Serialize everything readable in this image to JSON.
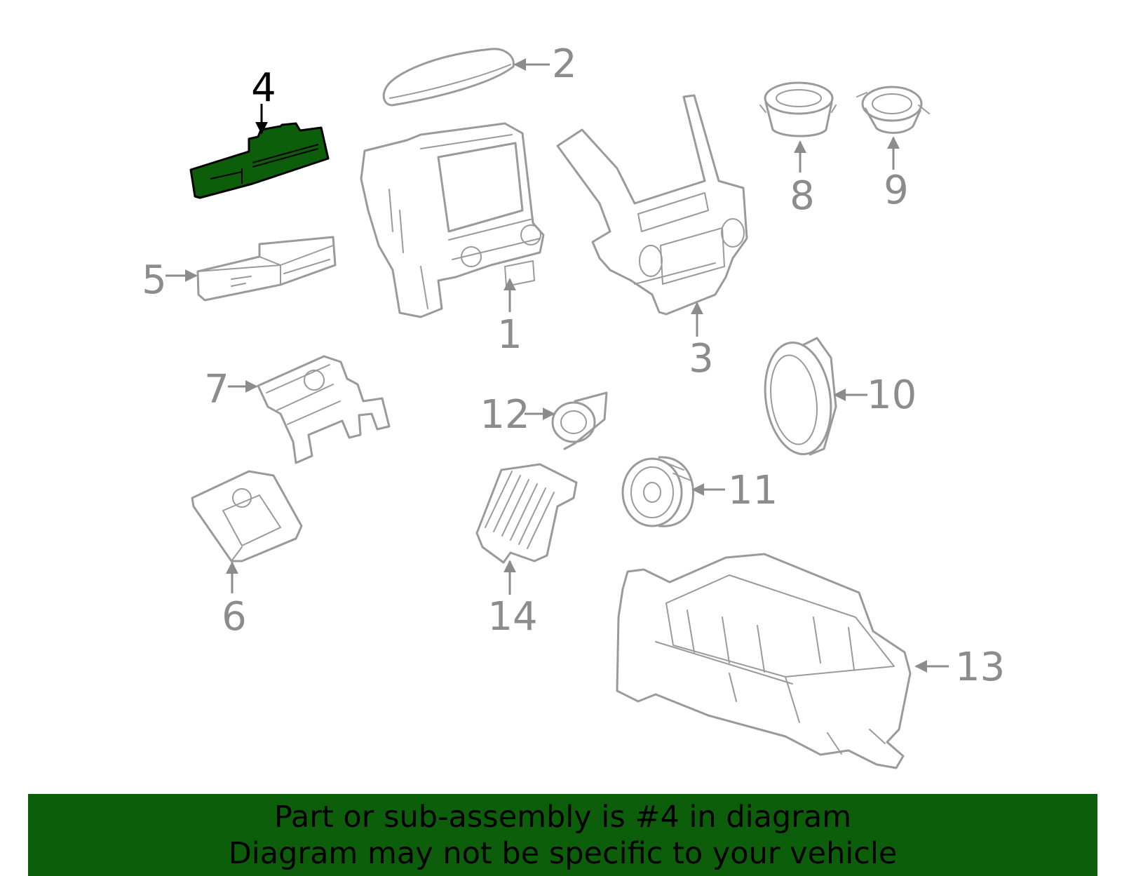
{
  "colors": {
    "highlight": "#0d5e0a",
    "line": "#9a9a9a",
    "label": "#8c8c8c",
    "active_label": "#000000",
    "banner_bg": "#0d5e0a"
  },
  "highlighted_part": "4",
  "callouts": [
    "1",
    "2",
    "3",
    "4",
    "5",
    "6",
    "7",
    "8",
    "9",
    "10",
    "11",
    "12",
    "13",
    "14"
  ],
  "banner": {
    "line1": "Part or sub-assembly is #4 in diagram",
    "line2": "Diagram may not be specific to your vehicle"
  }
}
